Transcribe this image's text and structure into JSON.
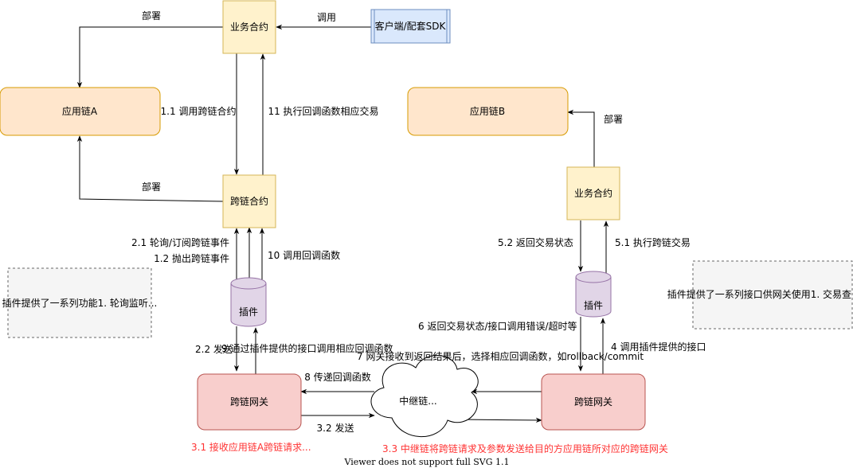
{
  "nodes": {
    "biz_contract_a": "业务合约",
    "client_sdk": "客户端/配套SDK",
    "app_chain_a": "应用链A",
    "cross_contract": "跨链合约",
    "plugin_a": "插件",
    "plugin_a_note": "插件提供了一系列功能1. 轮询监听...",
    "gateway_a": "跨链网关",
    "relay_chain": "中继链...",
    "gateway_b": "跨链网关",
    "plugin_b": "插件",
    "plugin_b_note": "插件提供了一系列接口供网关使用1. 交易查",
    "biz_contract_b": "业务合约",
    "app_chain_b": "应用链B"
  },
  "edges": {
    "deploy_top": "部署",
    "invoke": "调用",
    "call_cross": "1.1 调用跨链合约",
    "exec_callback": "11 执行回调函数相应交易",
    "deploy_mid": "部署",
    "poll_event": "2.1 轮询/订阅跨链事件",
    "throw_event": "1.2 抛出跨链事件",
    "call_callback": "10 调用回调函数",
    "send_22": "2.2 发送",
    "call_via_plugin": "9 通过插件提供的接口调用相应回调函数",
    "pass_callback": "8 传递回调函数",
    "send_32": "3.2 发送",
    "receive_req": "3.1 接收应用链A跨链请求...",
    "relay_forward": "3.3 中继链将跨链请求及参数发送给目的方应用链所对应的跨链网关",
    "gateway_choose": "7 网关接收到返回结果后，选择相应回调函数，如rollback/commit",
    "return_status_err": "6 返回交易状态/接口调用错误/超时等",
    "call_plugin_iface": "4 调用插件提供的接口",
    "return_status": "5.2 返回交易状态",
    "exec_cross": "5.1 执行跨链交易",
    "deploy_b": "部署"
  },
  "footer": "Viewer does not support full SVG 1.1",
  "colors": {
    "contract_fill": "#fff2cc",
    "contract_stroke": "#d6b656",
    "chain_fill": "#ffe6cc",
    "chain_stroke": "#d79b00",
    "gateway_fill": "#f8cecc",
    "gateway_stroke": "#b85450",
    "plugin_fill": "#e1d5e7",
    "plugin_stroke": "#9673a6",
    "sdk_fill": "#dae8fc",
    "sdk_stroke": "#6c8ebf",
    "note_fill": "#f5f5f5",
    "note_stroke": "#666666",
    "red_text": "#ff3333"
  }
}
